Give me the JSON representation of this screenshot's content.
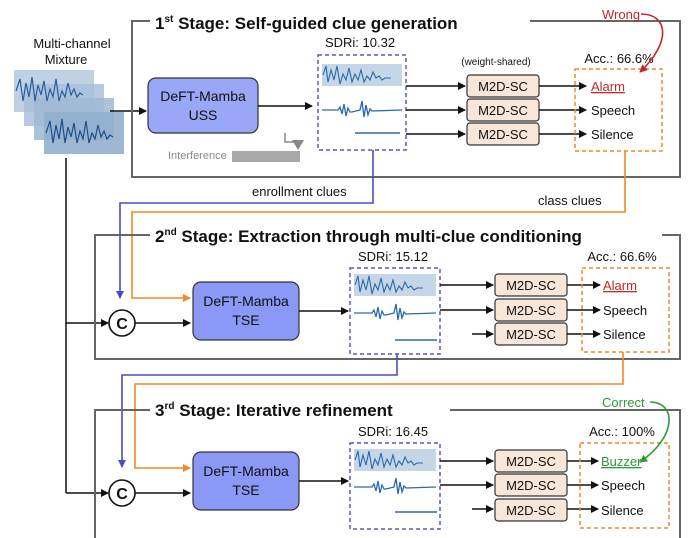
{
  "input": {
    "line1": "Multi-channel",
    "line2": "Mixture"
  },
  "connector_labels": {
    "enrollment": "enrollment clues",
    "class": "class clues"
  },
  "stages": [
    {
      "title_num": "1",
      "title_sup": "st",
      "title_rest": " Stage: Self-guided clue generation",
      "model_line1": "DeFT-Mamba",
      "model_line2": "USS",
      "sdri": "SDRi: 10.32",
      "weight_shared": "(weight-shared)",
      "classifier": [
        "M2D-SC",
        "M2D-SC",
        "M2D-SC"
      ],
      "accuracy": "Acc.: 66.6%",
      "classes": [
        "Alarm",
        "Speech",
        "Silence"
      ],
      "interference": "Interference",
      "annotation": "Wrong"
    },
    {
      "title_num": "2",
      "title_sup": "nd",
      "title_rest": " Stage: Extraction through multi-clue conditioning",
      "model_line1": "DeFT-Mamba",
      "model_line2": "TSE",
      "sdri": "SDRi: 15.12",
      "concat": "C",
      "classifier": [
        "M2D-SC",
        "M2D-SC",
        "M2D-SC"
      ],
      "accuracy": "Acc.: 66.6%",
      "classes": [
        "Alarm",
        "Speech",
        "Silence"
      ]
    },
    {
      "title_num": "3",
      "title_sup": "rd",
      "title_rest": " Stage: Iterative refinement",
      "model_line1": "DeFT-Mamba",
      "model_line2": "TSE",
      "sdri": "SDRi: 16.45",
      "concat": "C",
      "classifier": [
        "M2D-SC",
        "M2D-SC",
        "M2D-SC"
      ],
      "accuracy": "Acc.: 100%",
      "classes": [
        "Buzzer",
        "Speech",
        "Silence"
      ],
      "annotation": "Correct"
    }
  ],
  "colors": {
    "model_fill": "#8f9cf5",
    "model_fill_light": "#a9b3f7",
    "classifier_fill": "#f8e6d8",
    "purple": "#4b4bc8",
    "orange": "#f08a24",
    "wrong": "#c0282a",
    "correct": "#2f9a3a",
    "wave": "#3c78b4"
  }
}
